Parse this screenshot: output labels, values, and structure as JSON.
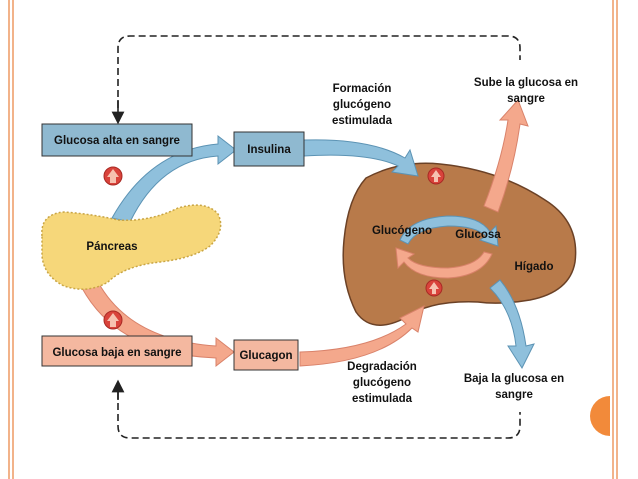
{
  "diagram": {
    "glucosa_alta": "Glucosa alta en sangre",
    "glucosa_baja": "Glucosa baja en sangre",
    "insulina": "Insulina",
    "glucagon": "Glucagon",
    "pancreas": "Páncreas",
    "formacion": [
      "Formación",
      "glucógeno",
      "estimulada"
    ],
    "degradacion": [
      "Degradación",
      "glucógeno",
      "estimulada"
    ],
    "sube": [
      "Sube la glucosa en",
      "sangre"
    ],
    "baja": [
      "Baja la glucosa en",
      "sangre"
    ],
    "glucogeno": "Glucógeno",
    "glucosa": "Glucosa",
    "higado": "Hígado"
  },
  "colors": {
    "blue_box": "#8fb9d0",
    "salmon_box": "#f4b8a0",
    "liver": "#b87a4a",
    "pancreas": "#f6d77a",
    "blue_arrow": "#8fc0dc",
    "salmon_arrow": "#f4a88c",
    "accent": "#f28a3a"
  }
}
